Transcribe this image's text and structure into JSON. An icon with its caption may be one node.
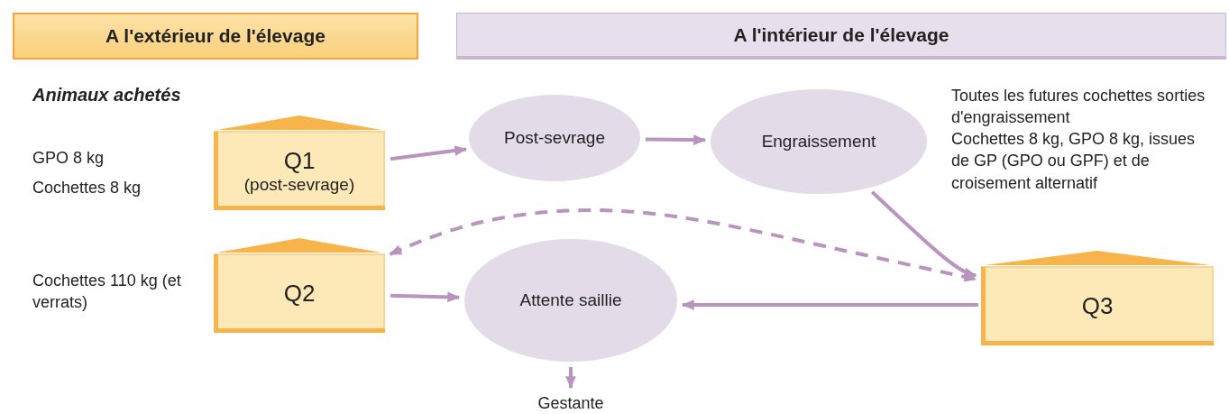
{
  "diagram": {
    "nodes": [
      {
        "text": [
          "A l'extérieur de l'élevage"
        ]
      },
      {
        "text": [
          "A l'intérieur de l'élevage"
        ]
      },
      {
        "text": [
          "Q1",
          "(post-sevrage)"
        ],
        "beside": [
          "GPO 8 kg",
          "Cochettes 8 kg"
        ]
      },
      {
        "text": [
          "Post-sevrage"
        ]
      },
      {
        "text": [
          "Engraissement"
        ]
      },
      {
        "text": [
          "Q2"
        ],
        "beside": [
          "Cochettes 110 kg (et verrats)"
        ]
      },
      {
        "text": [
          "Attente saillie"
        ]
      },
      {
        "text": [
          "Q3"
        ]
      },
      {
        "text": [
          "Gestante"
        ]
      }
    ],
    "edges": [
      {
        "from": 2,
        "to": 3,
        "arrow": "to"
      },
      {
        "from": 3,
        "to": 4,
        "arrow": "to"
      },
      {
        "from": 4,
        "to": 7,
        "arrow": "to"
      },
      {
        "from": 5,
        "to": 7,
        "arrow": "both",
        "style": "dashed"
      },
      {
        "from": 5,
        "to": 6,
        "arrow": "to"
      },
      {
        "from": 7,
        "to": 6,
        "arrow": "to"
      },
      {
        "from": 6,
        "to": 8,
        "arrow": "to"
      }
    ],
    "labels": [
      "Animaux achetés",
      "Toutes les futures cochettes sorties d'engraissement",
      "Cochettes 8 kg, GPO 8 kg, issues de GP (GPO ou GPF) et de croisement alternatif"
    ]
  }
}
